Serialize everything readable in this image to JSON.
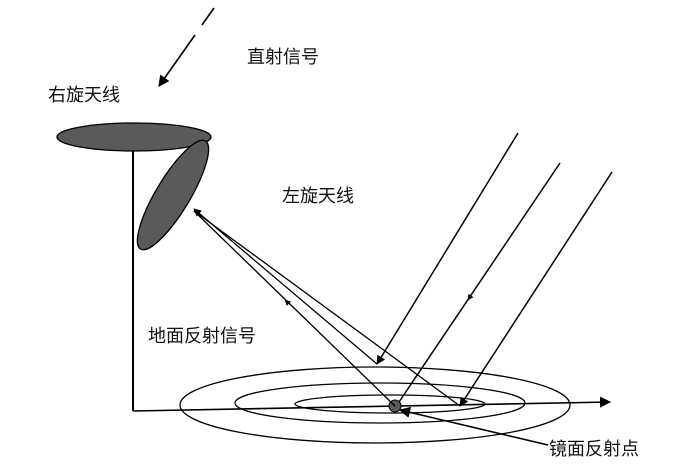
{
  "labels": {
    "direct_signal": "直射信号",
    "rhcp_antenna": "右旋天线",
    "lhcp_antenna": "左旋天线",
    "ground_reflected_signal": "地面反射信号",
    "specular_point": "镜面反射点"
  },
  "colors": {
    "stroke": "#000000",
    "antenna_fill": "#5a5a5a",
    "background": "#ffffff"
  }
}
